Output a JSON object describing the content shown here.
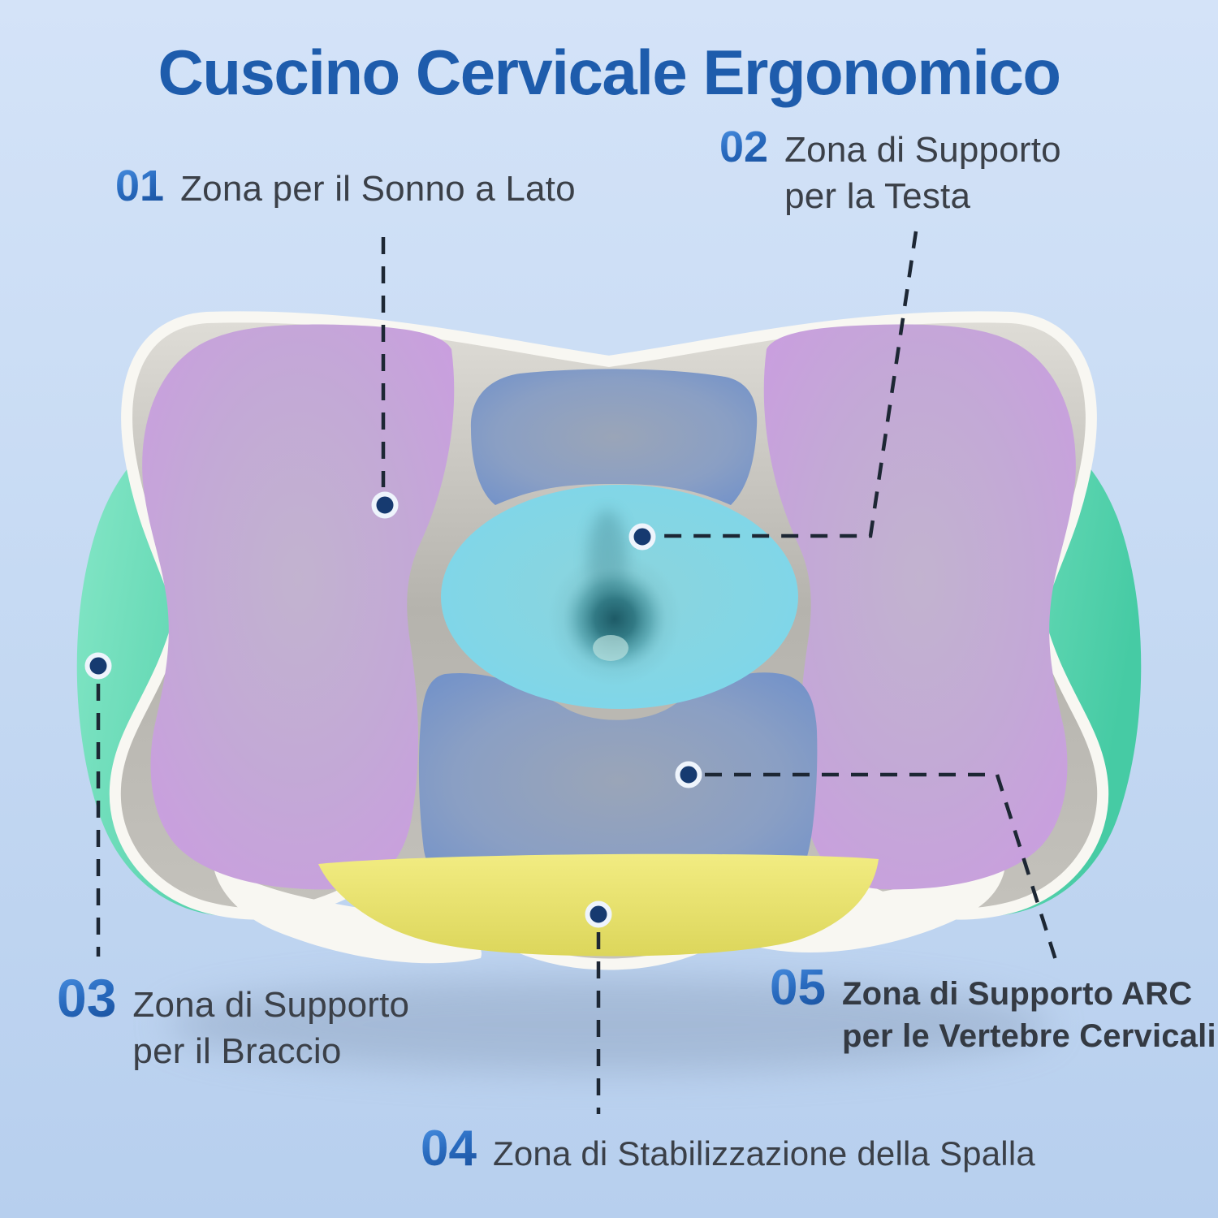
{
  "header": {
    "title": "Cuscino Cervicale Ergonomico"
  },
  "zones": [
    {
      "number": "01",
      "label": "Zona per il Sonno a Lato",
      "label_lines": [
        "Zona per il Sonno a Lato"
      ]
    },
    {
      "number": "02",
      "label": "Zona di Supporto per la Testa",
      "label_lines": [
        "Zona di Supporto",
        "per la Testa"
      ]
    },
    {
      "number": "03",
      "label": "Zona di Supporto per il Braccio",
      "label_lines": [
        "Zona di Supporto",
        "per il Braccio"
      ]
    },
    {
      "number": "04",
      "label": "Zona di Stabilizzazione della Spalla",
      "label_lines": [
        "Zona di Stabilizzazione della Spalla"
      ]
    },
    {
      "number": "05",
      "label": "Zona di Supporto ARC per le Vertebre Cervicali",
      "label_lines": [
        "Zona di Supporto ARC",
        "per le Vertebre Cervicali"
      ]
    }
  ],
  "pillow": {
    "marker_count": 5,
    "colors": {
      "title_blue": "#1e5cac",
      "number_blue_gradient": [
        "#4a90e2",
        "#174e9b"
      ],
      "label_text": "#3b4048",
      "leader_line": "#1d2734",
      "marker_dot": "#163a70",
      "background_top": "#d4e3f8",
      "background_bottom": "#b7cfee",
      "pillow_body_gray": "#bab8b2",
      "pillow_rim_white": "#f8f7f2",
      "side_sleep_zone_purple": "#c9a0de",
      "head_support_zone_cyan": "#80d6ea",
      "head_dimple_teal": "#1d5a66",
      "cervical_zone_blue": "#6b8ecb",
      "arm_support_zone_green": "#4ecfa8",
      "shoulder_zone_yellow": "#ece86f"
    }
  }
}
